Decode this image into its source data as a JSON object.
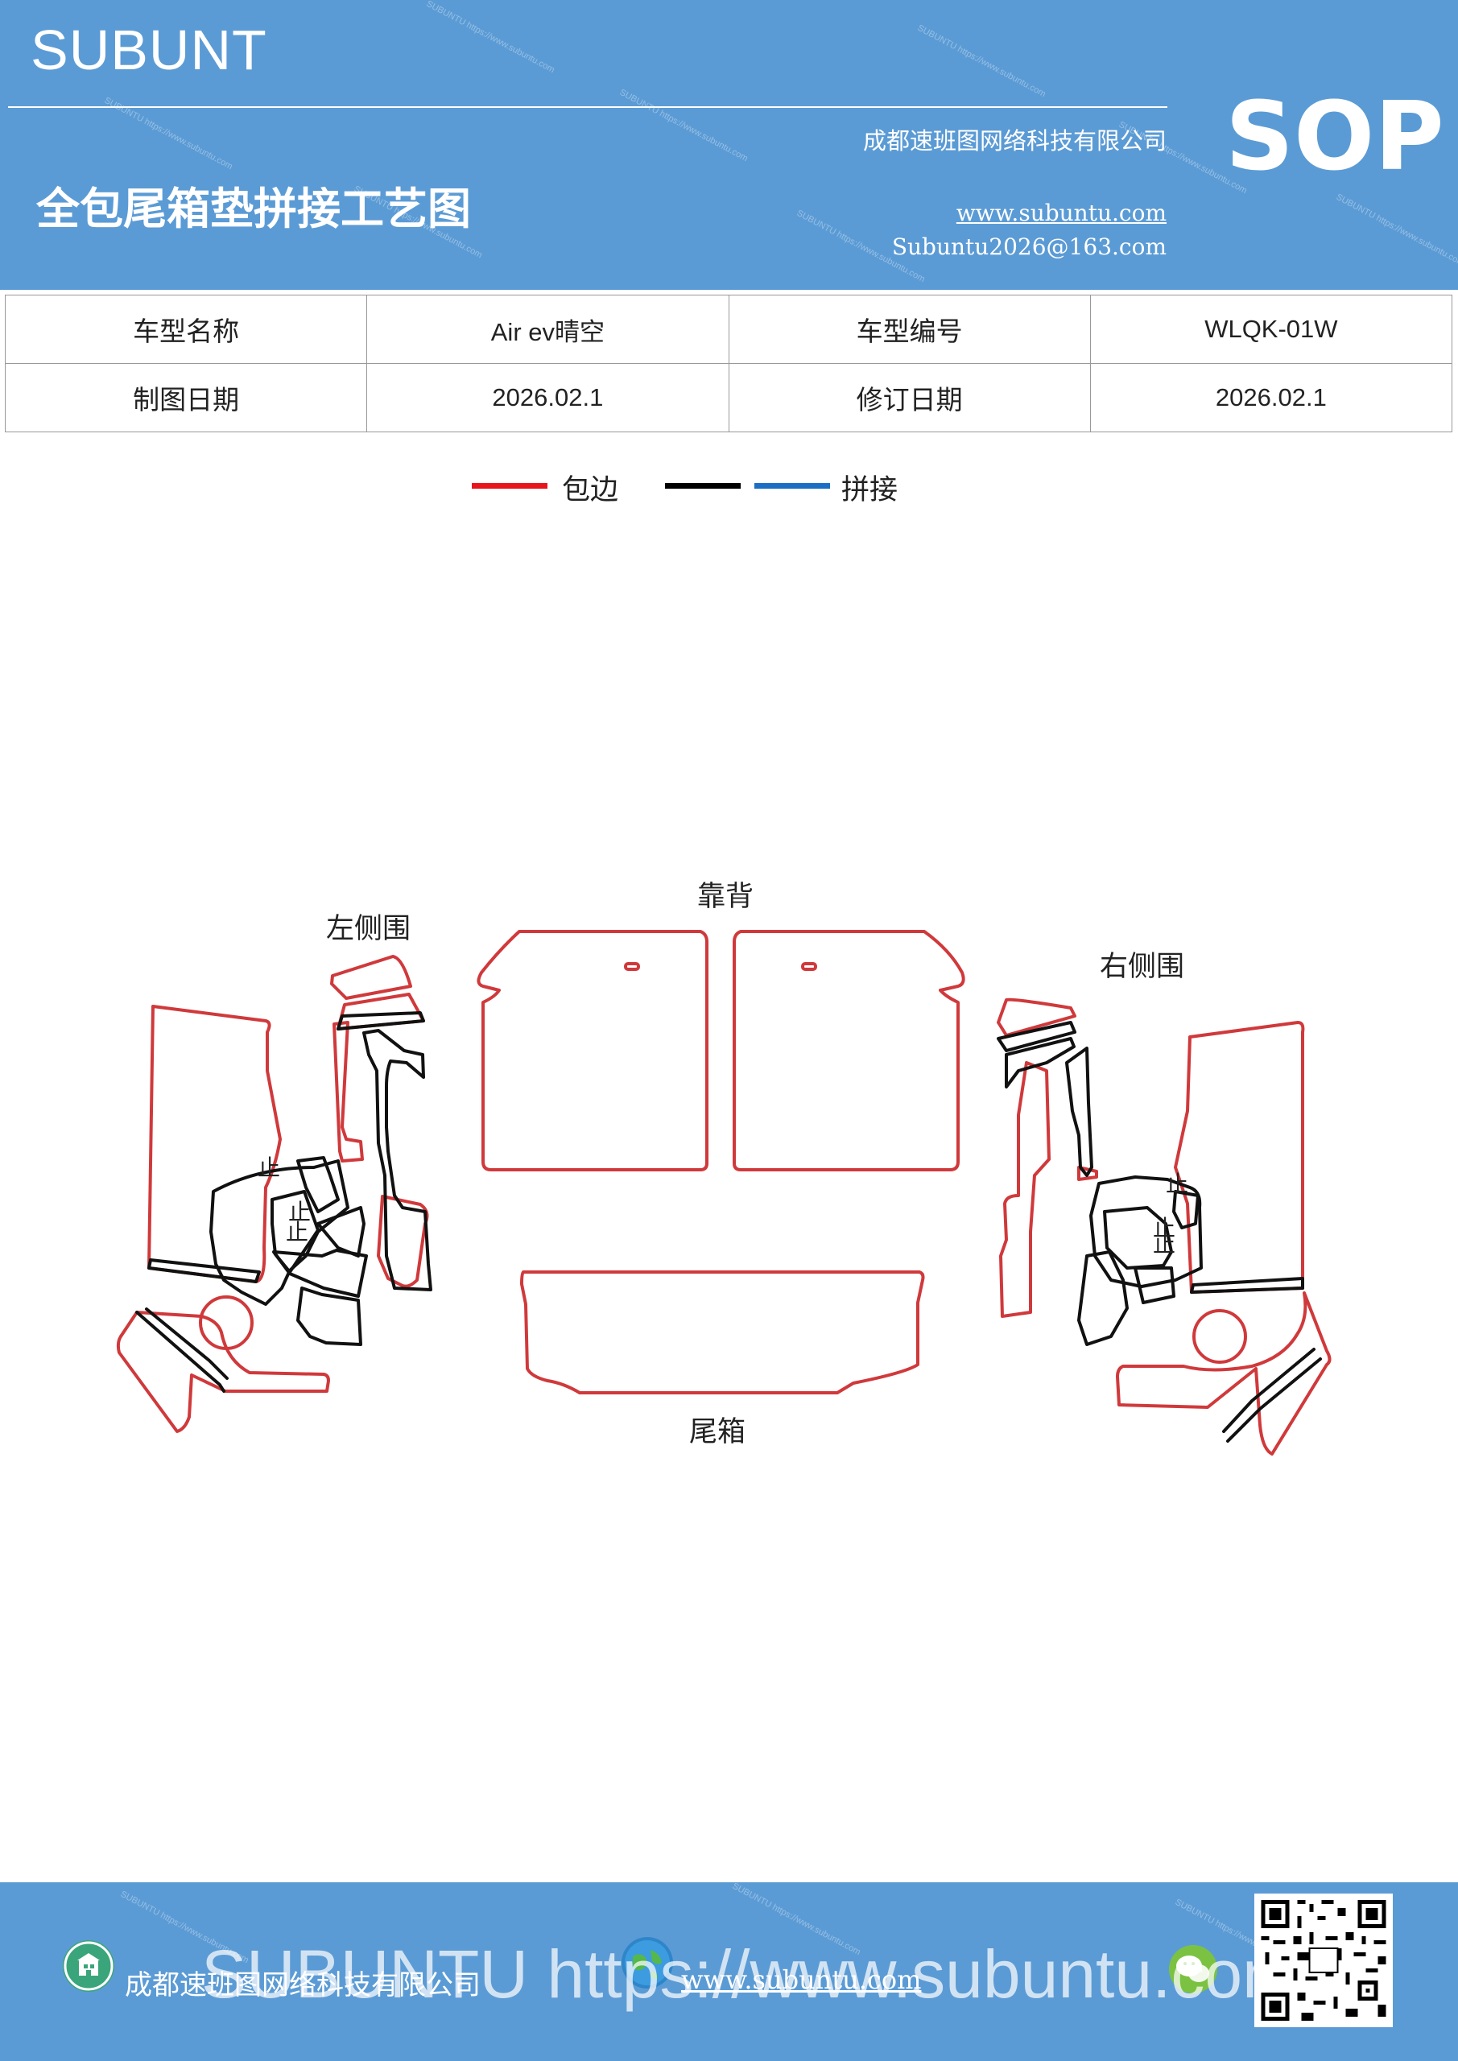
{
  "header": {
    "brand": "SUBUNT",
    "company": "成都速班图网络科技有限公司",
    "doc_code": "SOP",
    "title": "全包尾箱垫拼接工艺图",
    "website": "www.subuntu.com",
    "email": "Subuntu2026@163.com"
  },
  "info": {
    "model_name_label": "车型名称",
    "model_name": "Air  ev晴空",
    "model_code_label": "车型编号",
    "model_code": "WLQK-01W",
    "draw_date_label": "制图日期",
    "draw_date": "2026.02.1",
    "revise_date_label": "修订日期",
    "revise_date": "2026.02.1"
  },
  "legend": {
    "items": [
      {
        "color": "#e8141b",
        "label": "包边"
      },
      {
        "color": "#000000",
        "label": ""
      },
      {
        "color": "#1a6fc4",
        "label": "拼接"
      }
    ]
  },
  "parts": {
    "left_side": "左侧围",
    "backrest": "靠背",
    "right_side": "右侧围",
    "trunk": "尾箱",
    "stop_mark": "止"
  },
  "colors": {
    "header_bg": "#5b9bd5",
    "edge_red": "#d0393b",
    "seam_black": "#111111"
  },
  "footer": {
    "company": "成都速班图网络科技有限公司",
    "website": "www.subuntu.com",
    "watermark": "SUBUNTU https://www.subuntu.com",
    "icons": [
      "building-icon",
      "globe-icon",
      "wechat-icon"
    ]
  }
}
